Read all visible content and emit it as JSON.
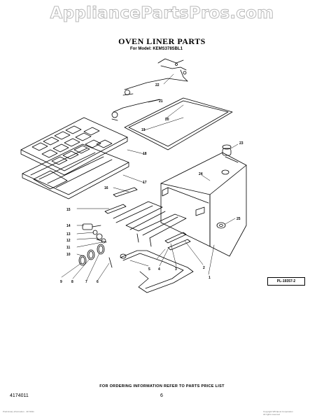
{
  "watermark": "AppliancePartsPros.com",
  "title": "OVEN LINER PARTS",
  "model_line": "For Model: KEMS378SBL1",
  "drawing_id": "PL-19357-2",
  "footer_note": "FOR ORDERING INFORMATION REFER TO PARTS PRICE LIST",
  "document_number": "4174011",
  "page_number": "6",
  "fine_print_left": "Preliminary information · 4174011",
  "fine_print_right": "Copyright Whirlpool Corporation",
  "fine_print_right2": "All rights reserved",
  "callouts": {
    "c1": "1",
    "c2": "2",
    "c3": "3",
    "c4": "4",
    "c5": "5",
    "c6": "6",
    "c7": "7",
    "c8": "8",
    "c9": "9",
    "c10": "10",
    "c11": "11",
    "c12": "12",
    "c13": "13",
    "c14": "14",
    "c15": "15",
    "c16": "16",
    "c17": "17",
    "c18": "18",
    "c19": "19",
    "c20": "20",
    "c21": "21",
    "c22": "22",
    "c23": "23",
    "c24": "24",
    "c25": "25"
  }
}
